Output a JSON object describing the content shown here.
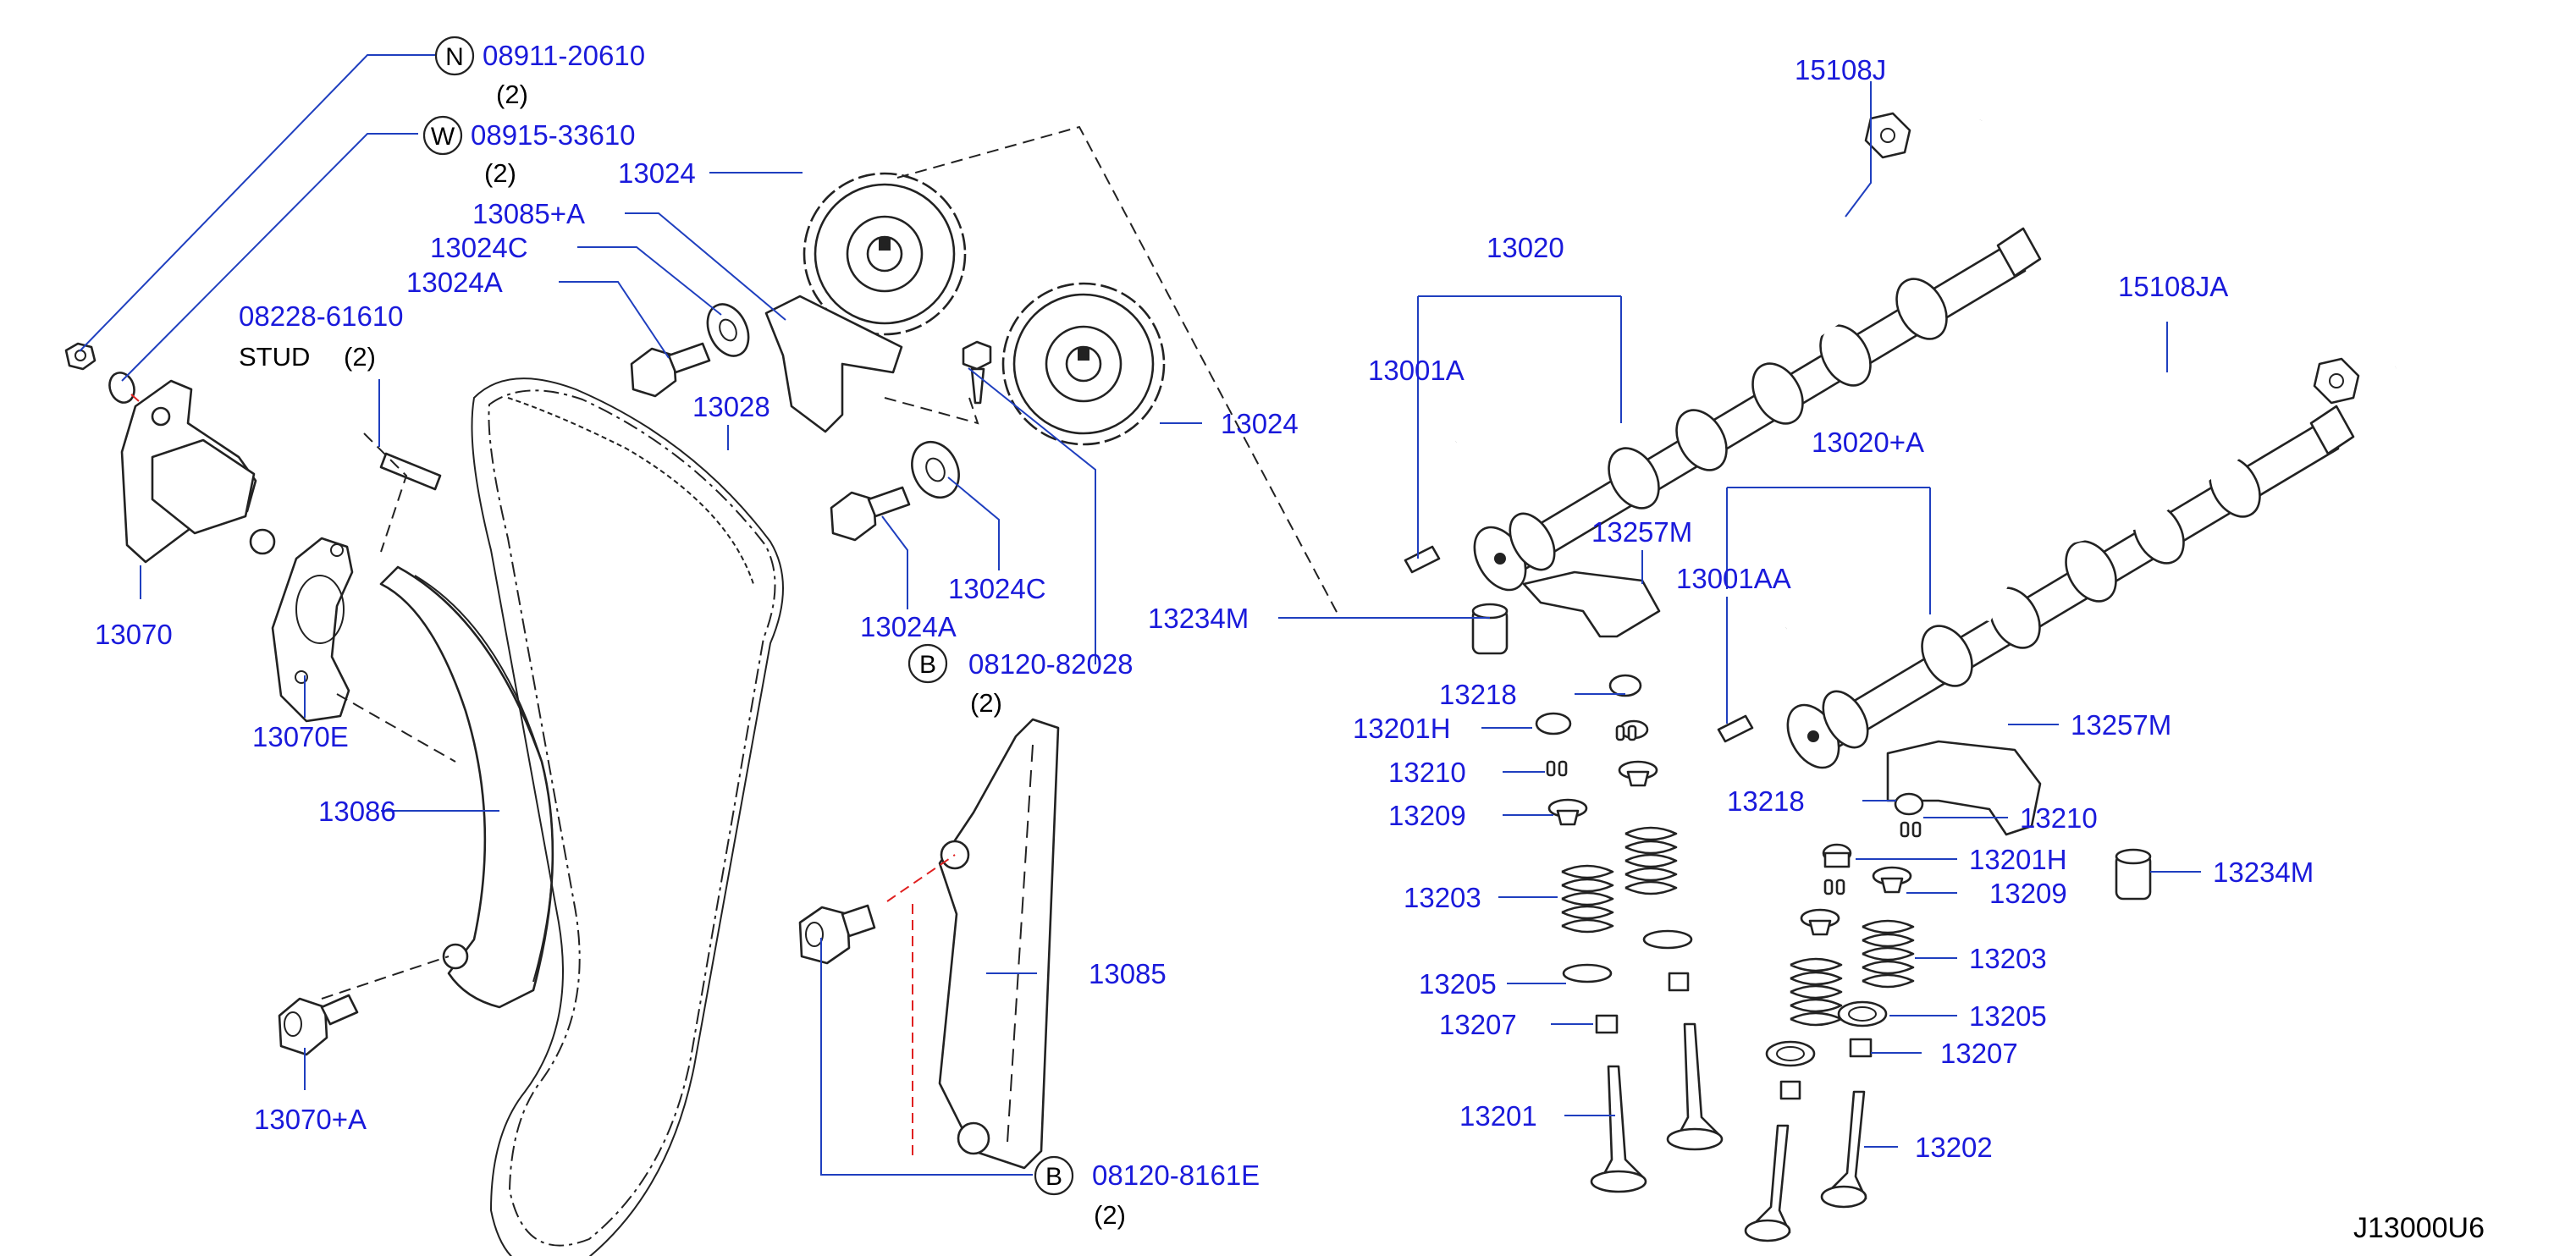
{
  "diagram_id": "J13000U6",
  "callouts": {
    "n_08911": {
      "symbol": "N",
      "part": "08911-20610",
      "qty": "(2)"
    },
    "w_08915": {
      "symbol": "W",
      "part": "08915-33610",
      "qty": "(2)"
    },
    "c13024_top": "13024",
    "c13085A": "13085+A",
    "c13024C_top": "13024C",
    "c13024A_top": "13024A",
    "stud_part": "08228-61610",
    "stud_label": "STUD",
    "stud_qty": "(2)",
    "c13028": "13028",
    "c13024_right": "13024",
    "c13070": "13070",
    "c13070E": "13070E",
    "c13024C_bot": "13024C",
    "c13024A_bot": "13024A",
    "b_08120_82028": {
      "symbol": "B",
      "part": "08120-82028",
      "qty": "(2)"
    },
    "c13086": "13086",
    "c13085": "13085",
    "c13070A": "13070+A",
    "b_08120_8161E": {
      "symbol": "B",
      "part": "08120-8161E",
      "qty": "(2)"
    },
    "c15108J": "15108J",
    "c13020": "13020",
    "c15108JA": "15108JA",
    "c13001A": "13001A",
    "c13020A": "13020+A",
    "c13257M_l": "13257M",
    "c13001AA": "13001AA",
    "c13234M_l": "13234M",
    "c13218_l": "13218",
    "c13201H_l": "13201H",
    "c13210_l": "13210",
    "c13209_l": "13209",
    "c13203_l": "13203",
    "c13205_l": "13205",
    "c13207_l": "13207",
    "c13201": "13201",
    "c13257M_r": "13257M",
    "c13218_r": "13218",
    "c13210_r": "13210",
    "c13201H_r": "13201H",
    "c13209_r": "13209",
    "c13234M_r": "13234M",
    "c13203_r": "13203",
    "c13205_r": "13205",
    "c13207_r": "13207",
    "c13202": "13202"
  }
}
